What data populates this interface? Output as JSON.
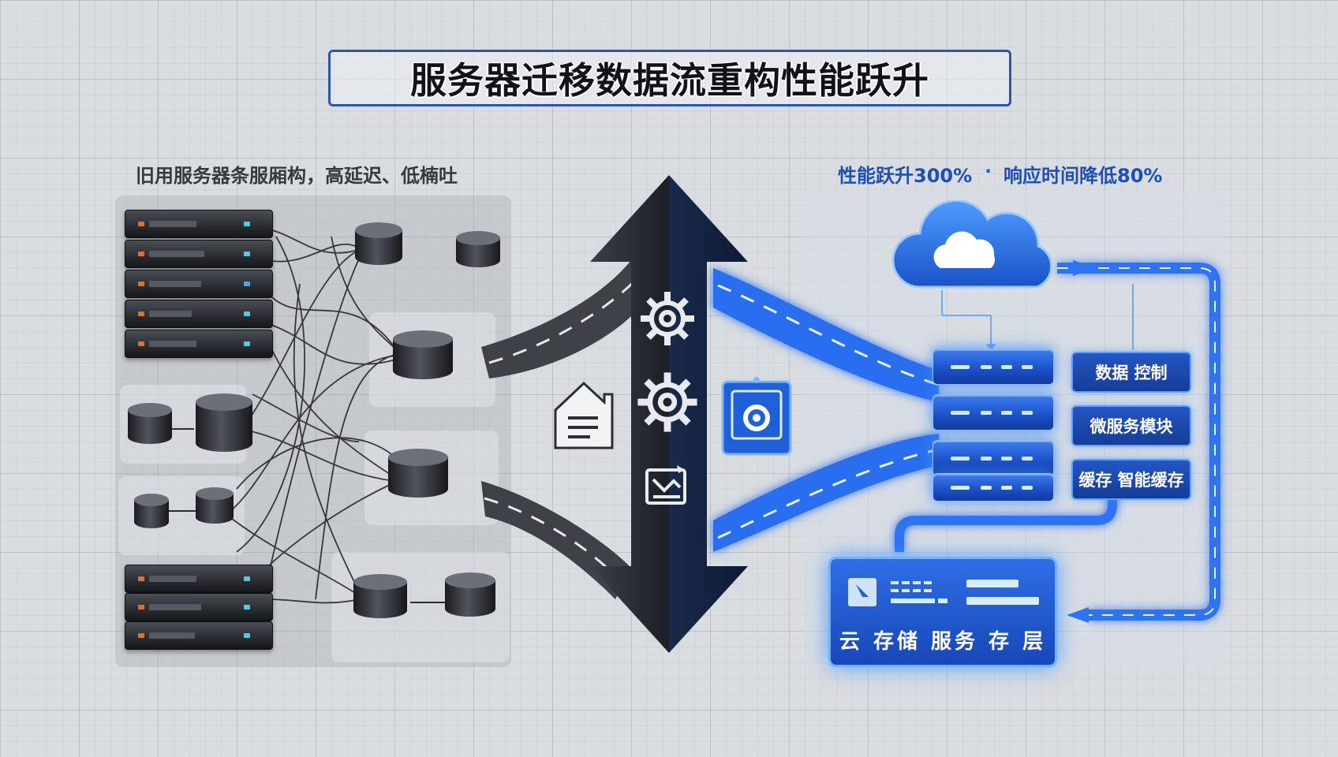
{
  "title": "服务器迁移数据流重构性能跃升",
  "left": {
    "caption": "旧用服务器条服厢构，高延迟、低楠吐"
  },
  "right": {
    "caption_a": "性能跃升300%",
    "separator": "·",
    "caption_b": "响应时间降低80%",
    "modules": [
      "数据 控制",
      "微服务模块",
      "缓存 智能缓存"
    ],
    "storage_label": "云 存储 服务 存 层"
  },
  "colors": {
    "title_border": "#2f55a8",
    "legacy_dark": "#23262b",
    "accent_blue": "#1e4fb8",
    "glow_blue": "#3c8cff"
  },
  "icons": [
    "gear-icon",
    "document-icon",
    "chart-icon",
    "settings-card-icon",
    "cloud-icon"
  ]
}
